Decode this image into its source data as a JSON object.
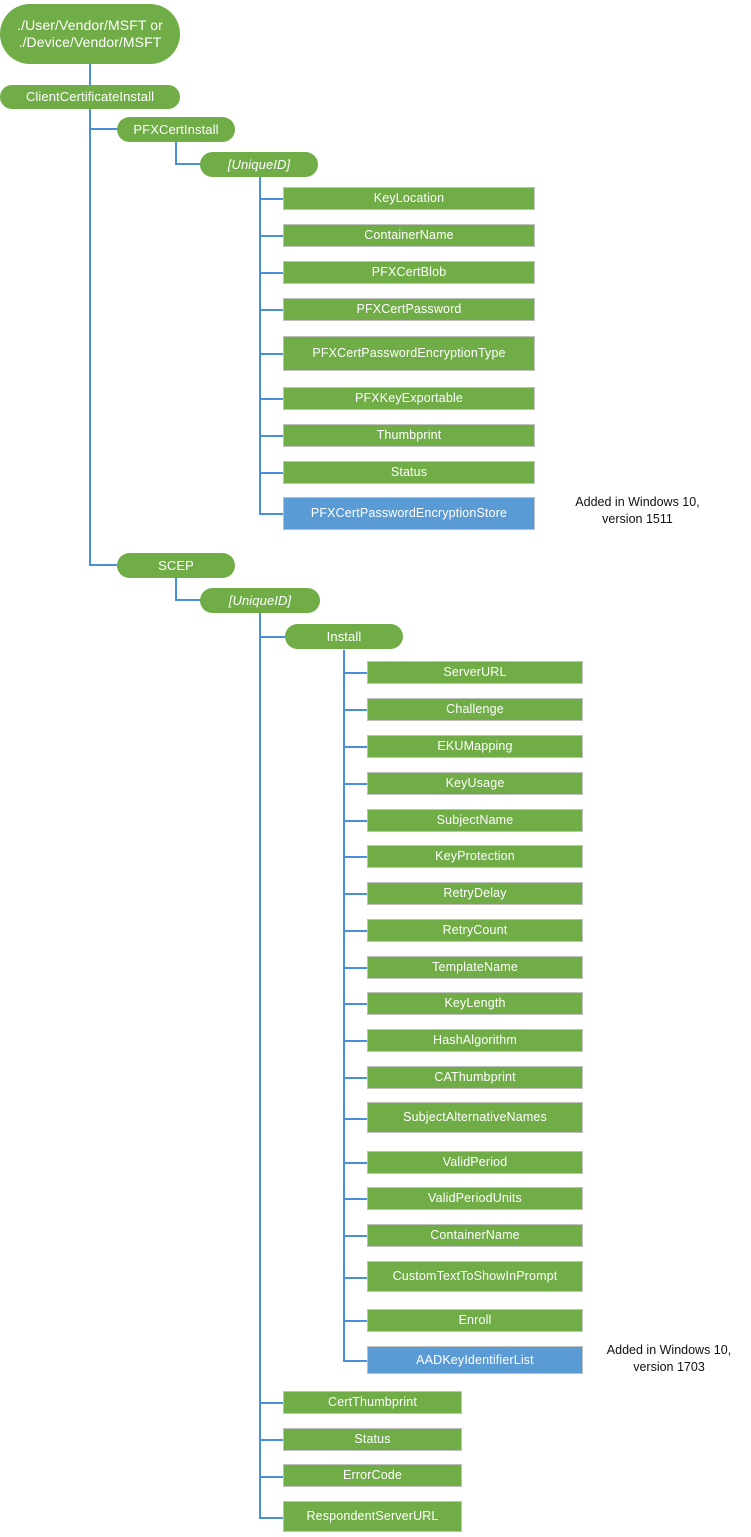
{
  "diagram": {
    "title": "ClientCertificateInstall CSP configuration service provider tree",
    "colors": {
      "node_green": "#70ad47",
      "node_blue_added": "#5b9bd5",
      "connector_blue": "#4a90d9",
      "node_border": "#bfbfbf",
      "node_text": "#ffffff",
      "annotation_text": "#111111",
      "background": "#ffffff"
    }
  },
  "nodes": {
    "root": "./User/Vendor/MSFT or\n./Device/Vendor/MSFT",
    "client_certificate_install": "ClientCertificateInstall",
    "pfx_cert_install": "PFXCertInstall",
    "pfx_unique_id": "[UniqueID]",
    "scep": "SCEP",
    "scep_unique_id": "[UniqueID]",
    "install": "Install"
  },
  "pfx_children": [
    {
      "label": "KeyLocation",
      "color": "green"
    },
    {
      "label": "ContainerName",
      "color": "green"
    },
    {
      "label": "PFXCertBlob",
      "color": "green"
    },
    {
      "label": "PFXCertPassword",
      "color": "green"
    },
    {
      "label": "PFXCertPasswordEncryptionType",
      "color": "green"
    },
    {
      "label": "PFXKeyExportable",
      "color": "green"
    },
    {
      "label": "Thumbprint",
      "color": "green"
    },
    {
      "label": "Status",
      "color": "green"
    },
    {
      "label": "PFXCertPasswordEncryptionStore",
      "color": "blue"
    }
  ],
  "install_children": [
    {
      "label": "ServerURL",
      "color": "green"
    },
    {
      "label": "Challenge",
      "color": "green"
    },
    {
      "label": "EKUMapping",
      "color": "green"
    },
    {
      "label": "KeyUsage",
      "color": "green"
    },
    {
      "label": "SubjectName",
      "color": "green"
    },
    {
      "label": "KeyProtection",
      "color": "green"
    },
    {
      "label": "RetryDelay",
      "color": "green"
    },
    {
      "label": "RetryCount",
      "color": "green"
    },
    {
      "label": "TemplateName",
      "color": "green"
    },
    {
      "label": "KeyLength",
      "color": "green"
    },
    {
      "label": "HashAlgorithm",
      "color": "green"
    },
    {
      "label": "CAThumbprint",
      "color": "green"
    },
    {
      "label": "SubjectAlternativeNames",
      "color": "green"
    },
    {
      "label": "ValidPeriod",
      "color": "green"
    },
    {
      "label": "ValidPeriodUnits",
      "color": "green"
    },
    {
      "label": "ContainerName",
      "color": "green"
    },
    {
      "label": "CustomTextToShowInPrompt",
      "color": "green"
    },
    {
      "label": "Enroll",
      "color": "green"
    },
    {
      "label": "AADKeyIdentifierList",
      "color": "blue"
    }
  ],
  "scep_uniqueid_children": [
    {
      "label": "CertThumbprint",
      "color": "green"
    },
    {
      "label": "Status",
      "color": "green"
    },
    {
      "label": "ErrorCode",
      "color": "green"
    },
    {
      "label": "RespondentServerURL",
      "color": "green"
    }
  ],
  "annotations": {
    "pfx_note": "Added in Windows 10,\nversion 1511",
    "scep_note": "Added in Windows 10,\nversion 1703"
  }
}
